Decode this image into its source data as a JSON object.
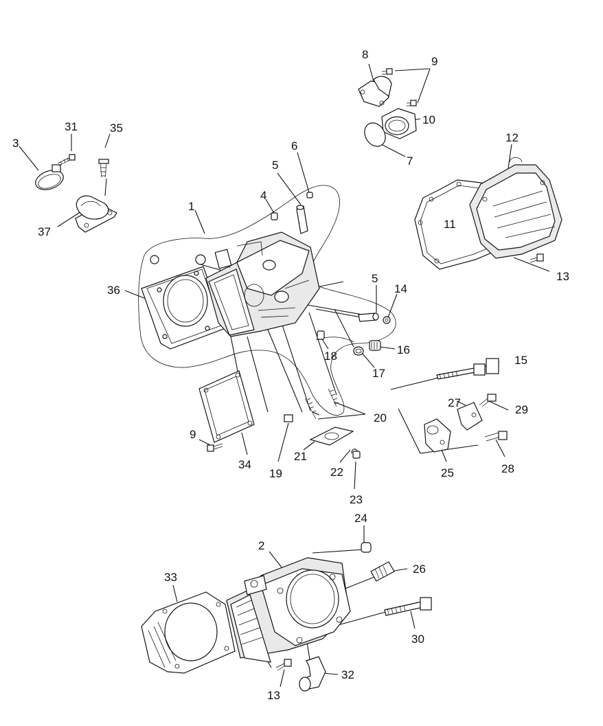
{
  "diagram": {
    "callouts": [
      {
        "id": "c1",
        "text": "1"
      },
      {
        "id": "c2",
        "text": "2"
      },
      {
        "id": "c3",
        "text": "3"
      },
      {
        "id": "c4",
        "text": "4"
      },
      {
        "id": "c5a",
        "text": "5"
      },
      {
        "id": "c5b",
        "text": "5"
      },
      {
        "id": "c6",
        "text": "6"
      },
      {
        "id": "c7",
        "text": "7"
      },
      {
        "id": "c8",
        "text": "8"
      },
      {
        "id": "c9a",
        "text": "9"
      },
      {
        "id": "c9b",
        "text": "9"
      },
      {
        "id": "c10",
        "text": "10"
      },
      {
        "id": "c11",
        "text": "11"
      },
      {
        "id": "c12",
        "text": "12"
      },
      {
        "id": "c13a",
        "text": "13"
      },
      {
        "id": "c13b",
        "text": "13"
      },
      {
        "id": "c14",
        "text": "14"
      },
      {
        "id": "c15",
        "text": "15"
      },
      {
        "id": "c16",
        "text": "16"
      },
      {
        "id": "c17",
        "text": "17"
      },
      {
        "id": "c18",
        "text": "18"
      },
      {
        "id": "c19",
        "text": "19"
      },
      {
        "id": "c20",
        "text": "20"
      },
      {
        "id": "c21",
        "text": "21"
      },
      {
        "id": "c22",
        "text": "22"
      },
      {
        "id": "c23",
        "text": "23"
      },
      {
        "id": "c24",
        "text": "24"
      },
      {
        "id": "c25",
        "text": "25"
      },
      {
        "id": "c26",
        "text": "26"
      },
      {
        "id": "c27",
        "text": "27"
      },
      {
        "id": "c28",
        "text": "28"
      },
      {
        "id": "c29",
        "text": "29"
      },
      {
        "id": "c30",
        "text": "30"
      },
      {
        "id": "c31",
        "text": "31"
      },
      {
        "id": "c32",
        "text": "32"
      },
      {
        "id": "c33",
        "text": "33"
      },
      {
        "id": "c34",
        "text": "34"
      },
      {
        "id": "c35",
        "text": "35"
      },
      {
        "id": "c36",
        "text": "36"
      },
      {
        "id": "c37",
        "text": "37"
      }
    ]
  }
}
